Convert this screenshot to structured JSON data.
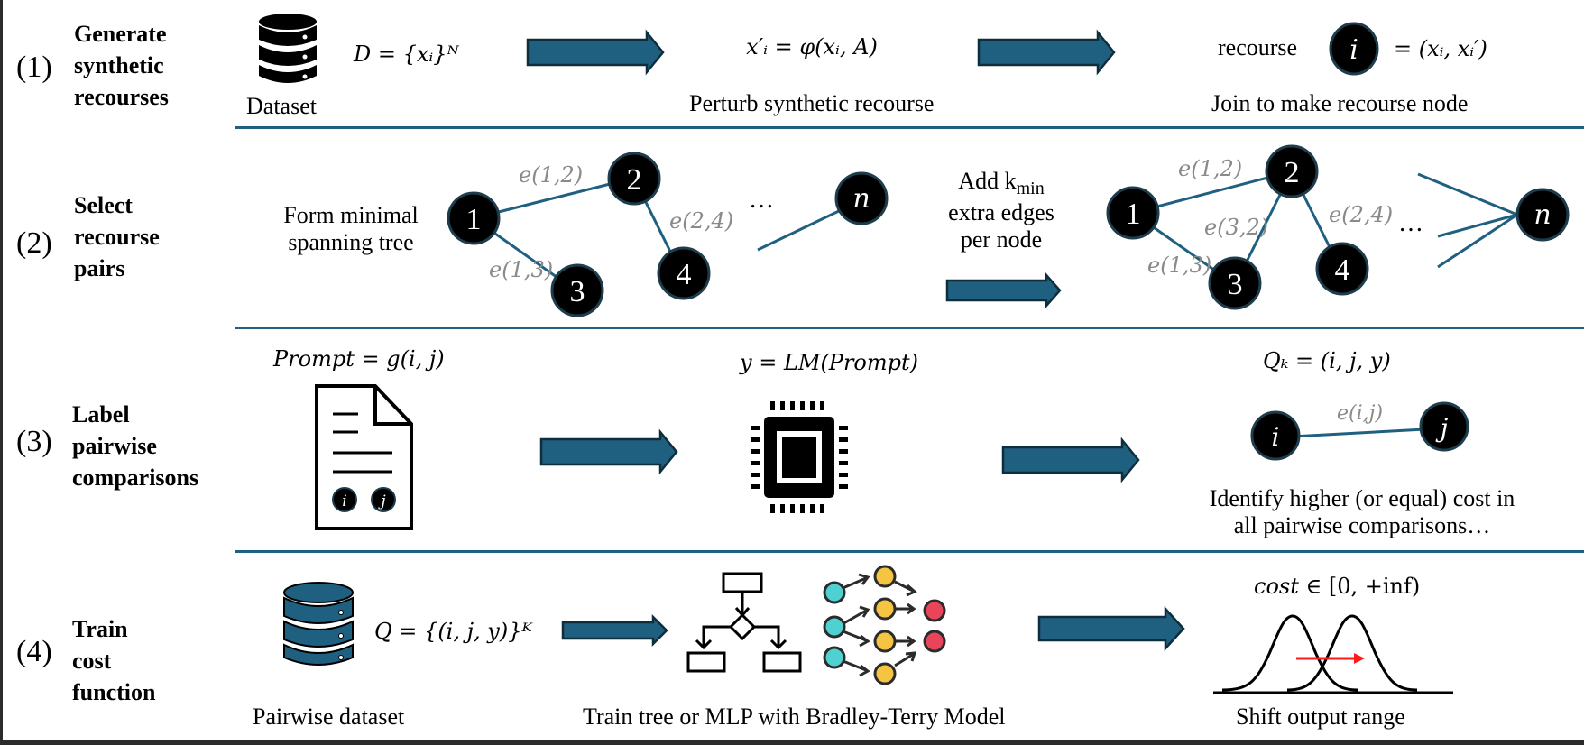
{
  "colors": {
    "accent": "#1f6080",
    "arrow_fill": "#1f5f80",
    "arrow_stroke": "#0e2e3e",
    "node_fill": "#000000",
    "node_stroke": "#1d3d4d",
    "edge_label": "#8a8a8a",
    "shift_arrow": "#ff1a1a",
    "mlp_input": "#4fd1d1",
    "mlp_hidden": "#f5c542",
    "mlp_output": "#e8445a"
  },
  "steps": [
    {
      "number": "(1)",
      "label_lines": [
        "Generate",
        "synthetic",
        "recourses"
      ],
      "dataset_caption": "Dataset",
      "dataset_formula": "D = {xᵢ}ᴺ",
      "perturb_formula": "x′ᵢ = φ(xᵢ, A)",
      "perturb_caption": "Perturb synthetic recourse",
      "recourse_word": "recourse",
      "recourse_node": "i",
      "recourse_formula": "= (xᵢ, xᵢ′)",
      "join_caption": "Join to make recourse node"
    },
    {
      "number": "(2)",
      "label_lines": [
        "Select",
        "recourse",
        "pairs"
      ],
      "mst_caption_lines": [
        "Form minimal",
        "spanning tree"
      ],
      "mst_nodes": [
        "1",
        "2",
        "3",
        "4",
        "n"
      ],
      "mst_edges": [
        "e(1,2)",
        "e(1,3)",
        "e(2,4)"
      ],
      "ellipsis": "…",
      "add_caption_lines": [
        "Add  k",
        "extra edges",
        "per node"
      ],
      "add_caption_sub": "min",
      "full_nodes": [
        "1",
        "2",
        "3",
        "4",
        "n"
      ],
      "full_edges": [
        "e(1,2)",
        "e(3,2)",
        "e(1,3)",
        "e(2,4)"
      ]
    },
    {
      "number": "(3)",
      "label_lines": [
        "Label",
        "pairwise",
        "comparisons"
      ],
      "prompt_formula": "Prompt = g(i, j)",
      "doc_nodes": [
        "i",
        "j"
      ],
      "lm_formula": "y = LM(Prompt)",
      "q_formula": "Qₖ = (i, j, y)",
      "pair_nodes": [
        "i",
        "j"
      ],
      "pair_edge": "e(i,j)",
      "identify_caption_lines": [
        "Identify higher (or equal) cost in",
        "all pairwise comparisons…"
      ]
    },
    {
      "number": "(4)",
      "label_lines": [
        "Train",
        "cost",
        "function"
      ],
      "pairwise_formula": "Q = {(i, j, y)}ᴷ",
      "pairwise_caption": "Pairwise dataset",
      "train_caption": "Train tree or MLP with Bradley-Terry Model",
      "cost_formula_italic": "cost",
      "cost_formula_rest": " ∈ [0, +inf)",
      "shift_caption": "Shift output range"
    }
  ]
}
